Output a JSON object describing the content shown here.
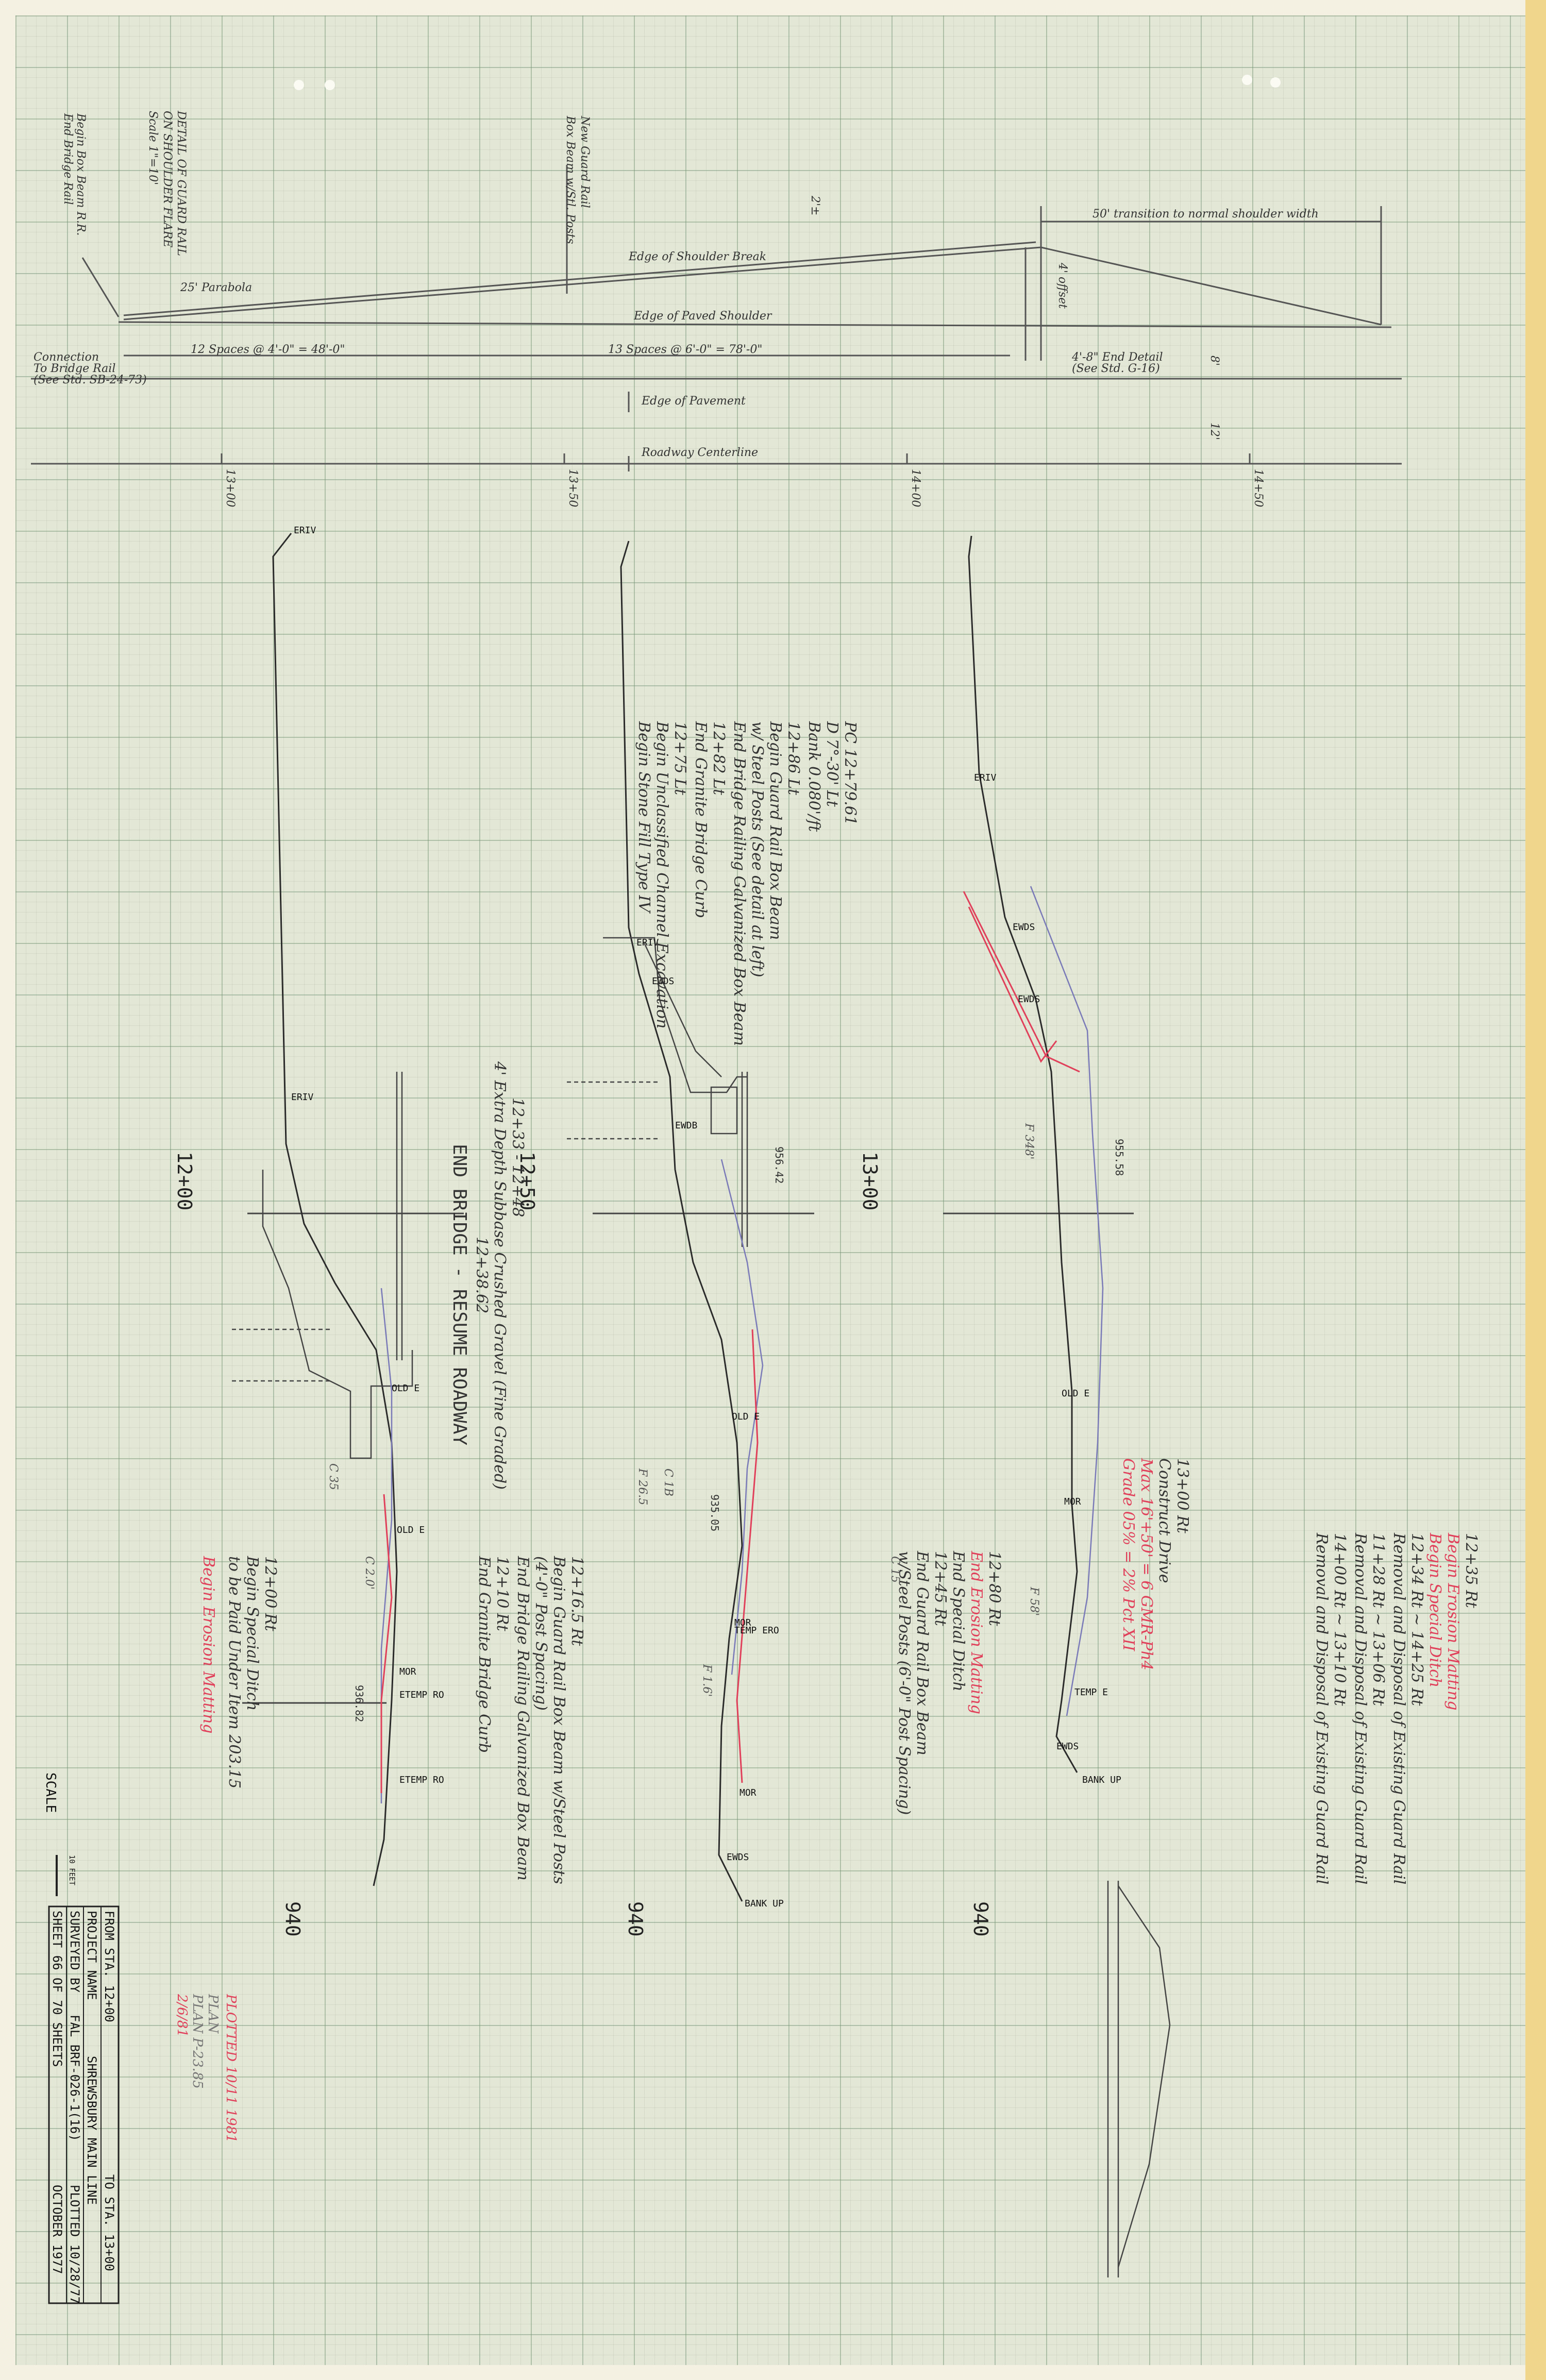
{
  "colors": {
    "sheet": "#e3e7d6",
    "pencil": "#3a3a3a",
    "red": "#e0405a",
    "strip": "#f0d58c"
  },
  "detail": {
    "title": [
      "DETAIL OF GUARD RAIL",
      "ON SHOULDER FLARE",
      "Scale 1\"=10'"
    ],
    "left_note": [
      "Begin Box Beam R.R.",
      "End Bridge Rail"
    ],
    "new_rail_note": [
      "New Guard Rail",
      "Box Beam w/Stl. Posts"
    ],
    "parabola": "25' Parabola",
    "edge_shoulder_break": "Edge of Shoulder Break",
    "edge_paved_shoulder": "Edge of Paved Shoulder",
    "edge_pavement": "Edge of Pavement",
    "centerline": "Roadway Centerline",
    "transition": "50' transition to normal shoulder width",
    "offset": "4' offset",
    "spaces_1": "12 Spaces @ 4'-0\" = 48'-0\"",
    "spaces_2": "13 Spaces @ 6'-0\" = 78'-0\"",
    "connection": [
      "Connection",
      "To Bridge Rail",
      "(See Std. SB-24-73)"
    ],
    "end_detail": [
      "4'-8\" End Detail",
      "(See Std. G-16)"
    ],
    "dims": [
      "2'±",
      "8'",
      "12'"
    ],
    "stations": [
      "13+00",
      "13+50",
      "14+00",
      "14+50"
    ]
  },
  "profile": {
    "station_labels": [
      "12+00",
      "12+50",
      "13+00"
    ],
    "elev_labels": [
      "940",
      "940",
      "940"
    ],
    "elev_values": [
      "955.58",
      "956.42",
      "935.05",
      "936.82"
    ],
    "feature_labels": [
      "ERIV",
      "ERIV",
      "ERIV",
      "ERIV",
      "EWDS",
      "EWDS",
      "EWDS",
      "EWDB",
      "OLD E",
      "OLD E",
      "OLD E",
      "OLD E",
      "MOR",
      "MOR",
      "MOR",
      "MOR",
      "TEMP E",
      "TEMP ERO",
      "ETEMP RO",
      "ETEMP RO",
      "EWDS",
      "EWDS",
      "BANK UP",
      "BANK UP"
    ]
  },
  "notes_col1": [
    "12+00 Rt",
    "Begin Special Ditch",
    "to be Paid Under Item 203.15",
    "Begin Erosion Matting"
  ],
  "notes_col2": [
    "12+16.5 Rt",
    "Begin Guard Rail Box Beam w/Steel Posts",
    "(4'-0\" Post Spacing)",
    "End Bridge Railing Galvanized Box Beam",
    "12+10 Rt",
    "End Granite Bridge Curb"
  ],
  "notes_col3": [
    "12+80 Rt",
    "End Erosion Matting",
    "End Special Ditch",
    "12+45 Rt",
    "End Guard Rail Box Beam",
    "w/Steel Posts (6'-0\" Post Spacing)"
  ],
  "notes_col4": [
    "13+00 Rt",
    "Construct Drive",
    "Max 16'+50' = 6 GMR-Ph4",
    "Grade 05% = 2% Pct XII"
  ],
  "notes_col5": [
    "12+35 Rt",
    "Begin Erosion Matting",
    "Begin Special Ditch",
    "12+34 Rt ~ 14+25 Rt",
    "Removal and Disposal of Existing Guard Rail",
    "11+28 Rt ~ 13+06 Rt",
    "Removal and Disposal of Existing Guard Rail",
    "14+00 Rt ~ 13+10 Rt",
    "Removal and Disposal of Existing Guard Rail"
  ],
  "curve_notes": [
    "PC 12+79.61",
    "D 7°-30' Lt",
    "Bank 0.080'/ft",
    "12+86 Lt",
    "Begin Guard Rail Box Beam",
    "w/ Steel Posts (See detail at left)",
    "End Bridge Railing Galvanized Box Beam",
    "12+82 Lt",
    "End Granite Bridge Curb",
    "12+75 Lt",
    "Begin Unclassified Channel Excavation",
    "Begin Stone Fill Type IV"
  ],
  "mid_notes": [
    "12+33 - 12+48",
    "4' Extra Depth Subbase Crushed Gravel (Fine Graded)",
    "12+38.62",
    "END BRIDGE - RESUME ROADWAY"
  ],
  "small_notes": [
    "C 35",
    "F 26.5",
    "C 15",
    "C 1B",
    "F 348'",
    "F 58'",
    "F 1.6'",
    "C 2.0'"
  ],
  "red_check": [
    "PLOTTED 10/11 1981",
    "PLAN",
    "PLAN  P-23.85",
    "2/6/81"
  ],
  "scale": {
    "label": "SCALE",
    "unit": "10 FEET"
  },
  "title_block": {
    "from": "FROM STA. 12+00",
    "to": "TO STA. 13+00",
    "project_label": "PROJECT NAME",
    "project": "SHREWSBURY MAIN LINE",
    "plotted": "PLOTTED 10/28/77",
    "surveyed_label": "SURVEYED BY",
    "surveyed": "FAL  BRF-026-1(16)",
    "date": "OCTOBER 1977",
    "sheet": "SHEET 66 OF 70 SHEETS"
  }
}
